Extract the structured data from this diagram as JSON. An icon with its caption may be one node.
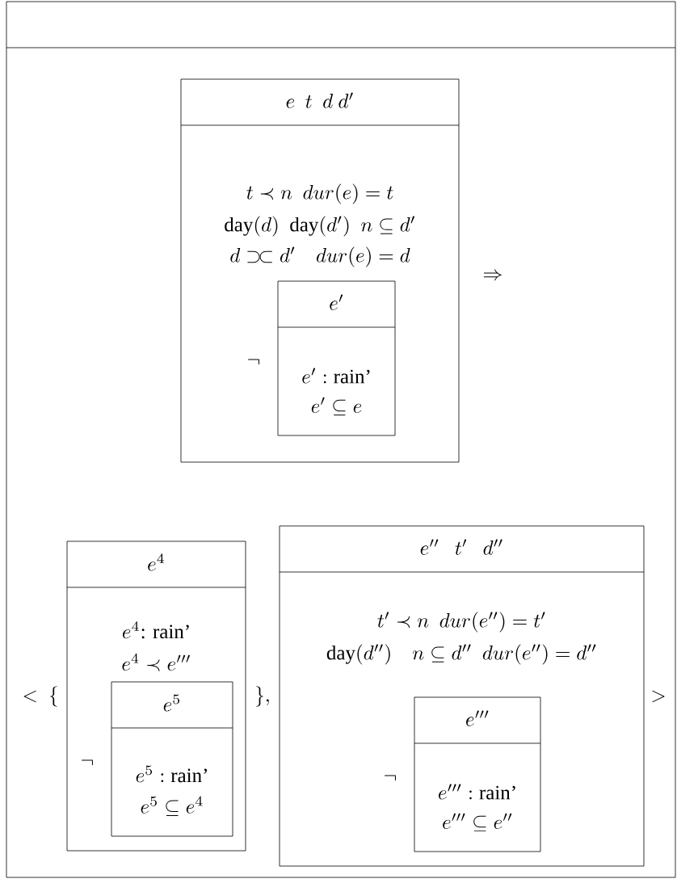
{
  "diagram": {
    "nodes": [
      {
        "text": [],
        "shape": "box"
      },
      {
        "text": [
          "e\\ \\ t\\ \\ d\\ d'",
          "t \\prec n\\ \\ dur(e) = t",
          "\\mathrm{day}(d)\\ \\ \\mathrm{day}(d')\\ \\ n \\subseteq d'",
          "d \\supset\\!\\subset d'\\quad dur(e) = d"
        ],
        "in": 0
      },
      {
        "text": [
          "e'",
          "e' : \\mbox{rain'}",
          "e' \\subseteq e"
        ],
        "in": 1,
        "beside": [
          "\\neg"
        ]
      },
      {
        "text": [
          "e^4",
          "e^4\\mbox{: rain'}",
          "e^4 \\prec e'''"
        ],
        "in": 0
      },
      {
        "text": [
          "e^5",
          "e^5 : \\mbox{rain'}",
          "e^5 \\subseteq e^4"
        ],
        "in": 3,
        "beside": [
          "\\neg"
        ]
      },
      {
        "text": [
          "e''\\ \\ \\ t'\\ \\ \\ d''",
          "t' \\prec n\\ \\ dur(e'') = t'",
          "\\mathrm{day}(d'')\\quad n \\subseteq d''\\ \\ dur(e'') = d''"
        ],
        "in": 0
      },
      {
        "text": [
          "e'''",
          "e''' : \\mbox{rain'}",
          "e''' \\subseteq e''"
        ],
        "in": 5,
        "beside": [
          "\\neg"
        ]
      }
    ],
    "labels": [
      "\\Rightarrow",
      "<\\ \\{",
      "\\},",
      ">"
    ]
  }
}
